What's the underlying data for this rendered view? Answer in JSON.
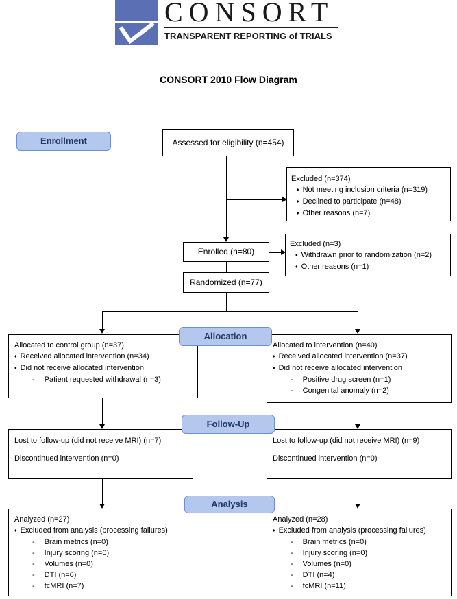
{
  "header": {
    "brand": "CONSORT",
    "tagline": "TRANSPARENT REPORTING of TRIALS",
    "title": "CONSORT 2010 Flow Diagram"
  },
  "stages": {
    "enrollment": "Enrollment",
    "allocation": "Allocation",
    "followup": "Follow-Up",
    "analysis": "Analysis"
  },
  "assessed": "Assessed for eligibility (n=454)",
  "excluded1": {
    "title": "Excluded (n=374)",
    "items": [
      "Not meeting inclusion criteria (n=319)",
      "Declined to participate (n=48)",
      "Other reasons (n=7)"
    ]
  },
  "enrolled": "Enrolled (n=80)",
  "excluded2": {
    "title": "Excluded (n=3)",
    "items": [
      "Withdrawn prior to randomization (n=2)",
      "Other reasons (n=1)"
    ]
  },
  "randomized": "Randomized (n=77)",
  "control": {
    "allocation": {
      "title": "Allocated to control group (n=37)",
      "received": "Received allocated intervention (n=34)",
      "not_received": "Did not receive allocated intervention",
      "reasons": [
        "Patient requested withdrawal (n=3)"
      ]
    },
    "followup": {
      "lost": "Lost to follow-up (did not receive MRI) (n=7)",
      "discontinued": "Discontinued intervention (n=0)"
    },
    "analysis": {
      "analyzed": "Analyzed (n=27)",
      "excluded": "Excluded from analysis (processing failures)",
      "items": [
        "Brain metrics (n=0)",
        "Injury scoring (n=0)",
        "Volumes (n=0)",
        "DTI (n=6)",
        "fcMRI (n=7)"
      ]
    }
  },
  "intervention": {
    "allocation": {
      "title": "Allocated to intervention (n=40)",
      "received": "Received allocated intervention (n=37)",
      "not_received": "Did not receive allocated intervention",
      "reasons": [
        "Positive drug screen (n=1)",
        "Congenital anomaly (n=2)"
      ]
    },
    "followup": {
      "lost": "Lost to follow-up (did not receive MRI) (n=9)",
      "discontinued": "Discontinued intervention (n=0)"
    },
    "analysis": {
      "analyzed": "Analyzed (n=28)",
      "excluded": "Excluded from analysis (processing failures)",
      "items": [
        "Brain metrics (n=0)",
        "Injury scoring (n=0)",
        "Volumes (n=0)",
        "DTI (n=4)",
        "fcMRI (n=11)"
      ]
    }
  }
}
